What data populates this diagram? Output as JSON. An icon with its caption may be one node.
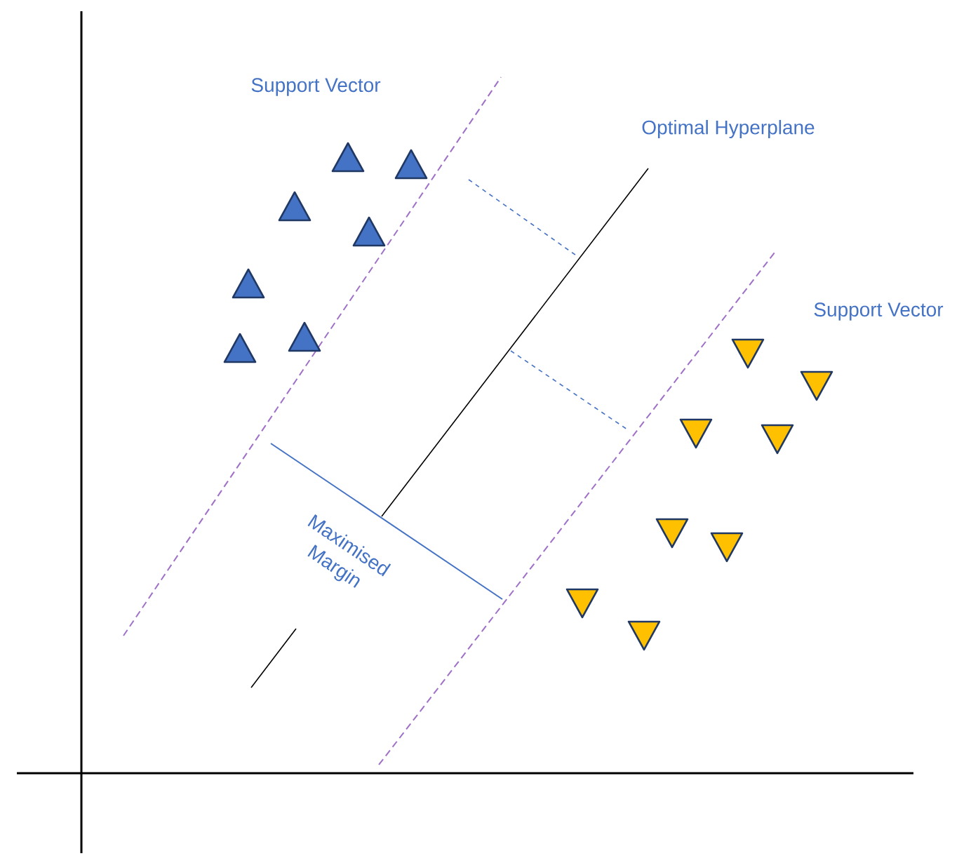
{
  "diagram": {
    "labels": [
      "Support Vector",
      "Optimal Hyperplane",
      "Support Vector",
      "Maximised Margin"
    ]
  }
}
